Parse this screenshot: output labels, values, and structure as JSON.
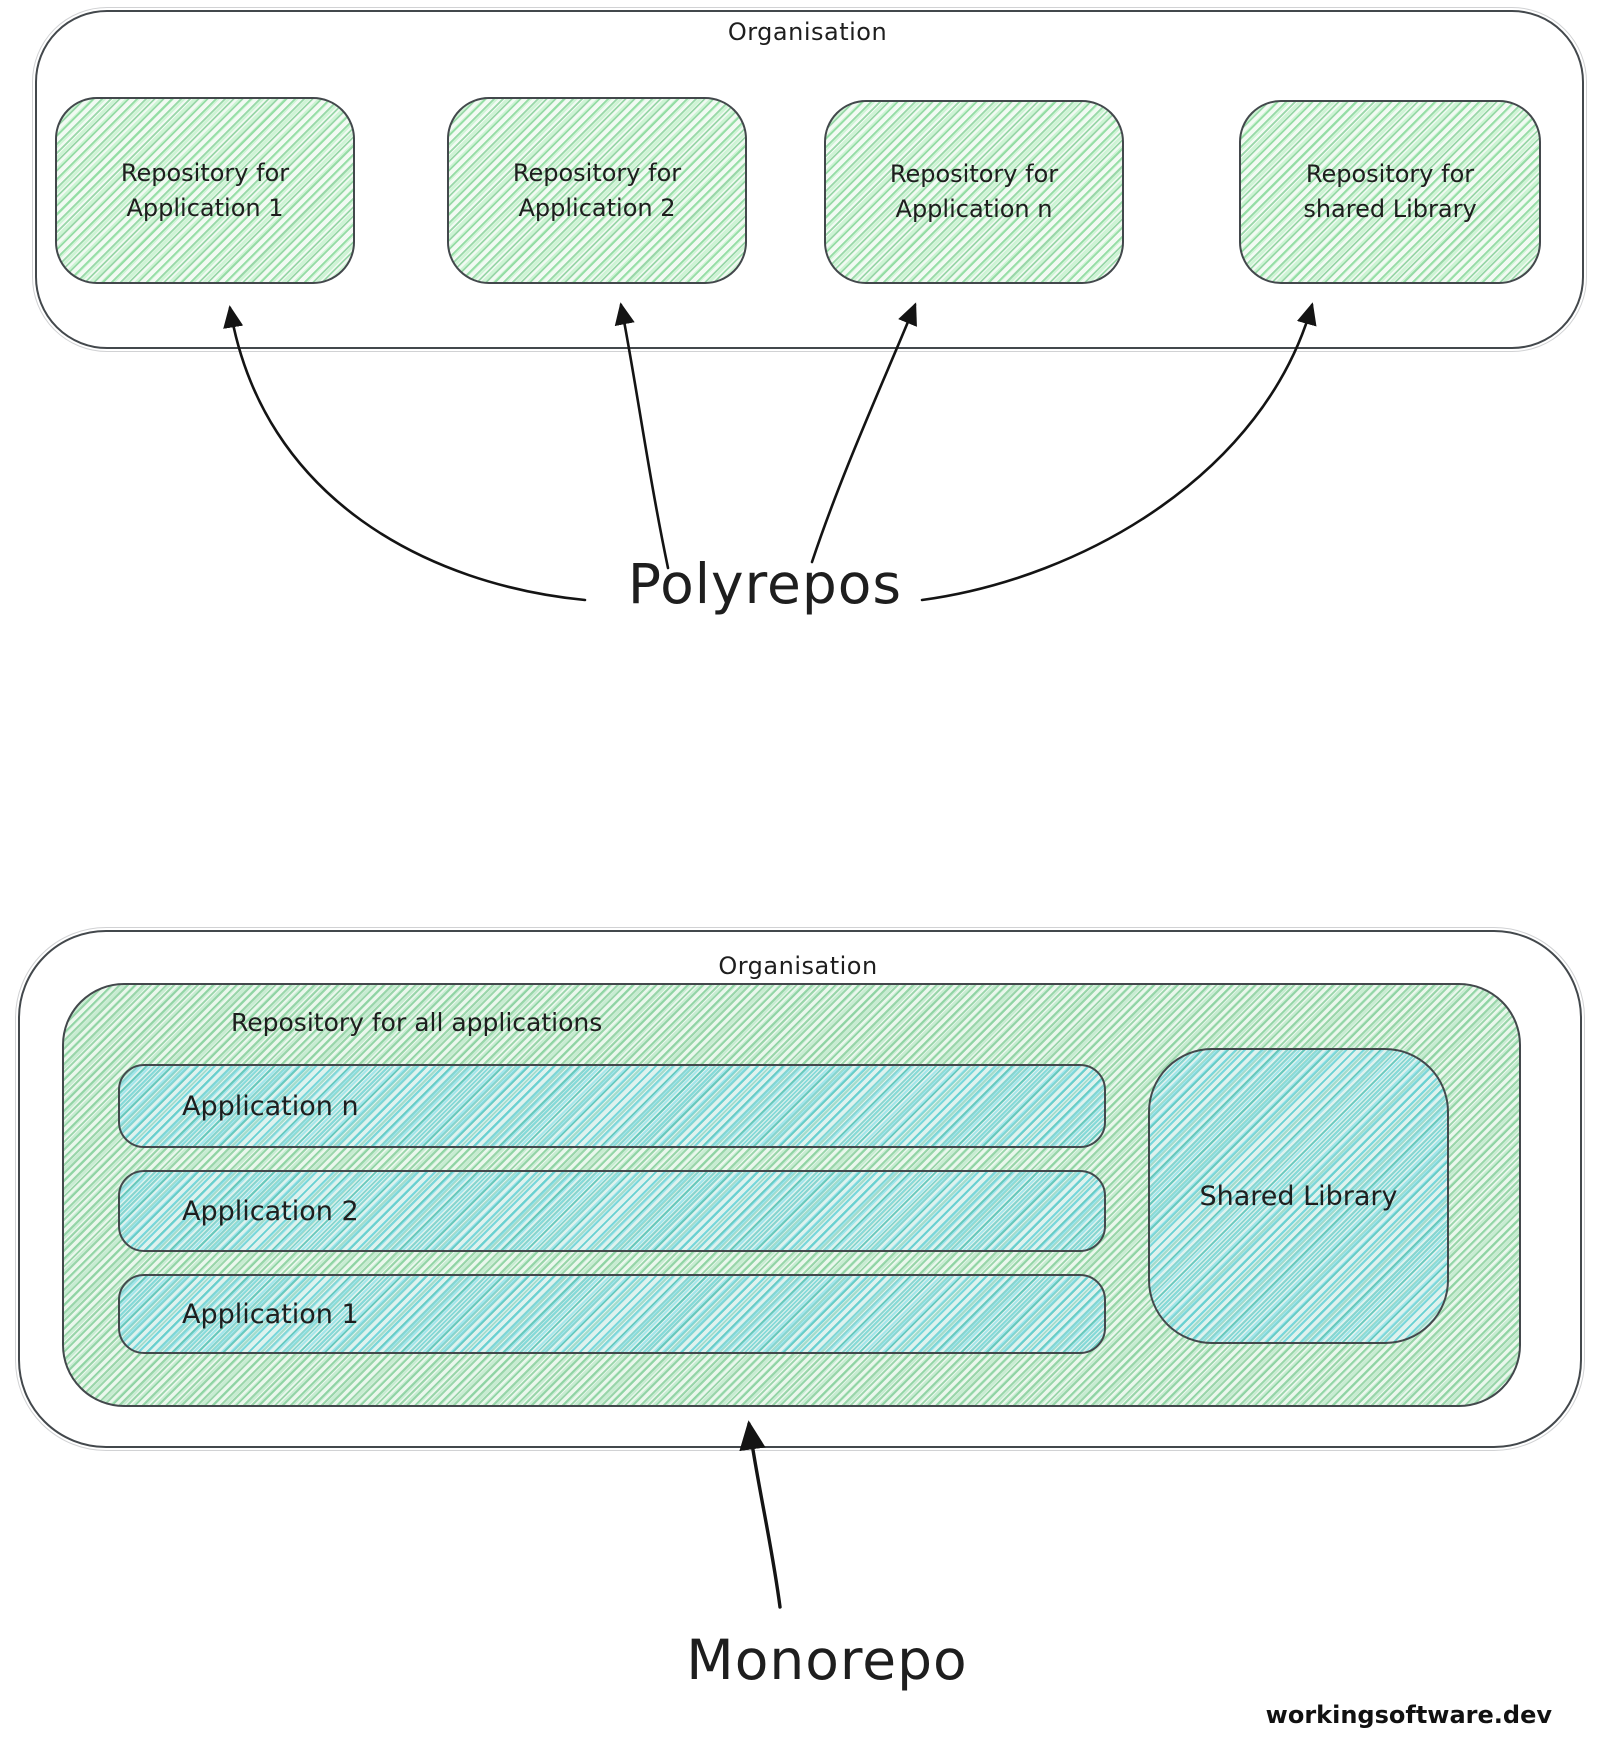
{
  "top_diagram": {
    "container_label": "Organisation",
    "repos": [
      {
        "line1": "Repository for",
        "line2": "Application 1"
      },
      {
        "line1": "Repository for",
        "line2": "Application 2"
      },
      {
        "line1": "Repository for",
        "line2": "Application n"
      },
      {
        "line1": "Repository for",
        "line2": "shared Library"
      }
    ],
    "label": "Polyrepos"
  },
  "bottom_diagram": {
    "container_label": "Organisation",
    "repo_label": "Repository for all applications",
    "applications": [
      "Application n",
      "Application 2",
      "Application 1"
    ],
    "shared_library_label": "Shared Library",
    "label": "Monorepo"
  },
  "footer": {
    "watermark": "workingsoftware.dev"
  },
  "colors": {
    "box_border": "#43484c",
    "ink": "#1e1e1e",
    "arrow": "#141414",
    "green_hatch": "#52ba6c",
    "teal_hatch": "#20b2aa",
    "cyan_hatch": "#66d9e8"
  }
}
